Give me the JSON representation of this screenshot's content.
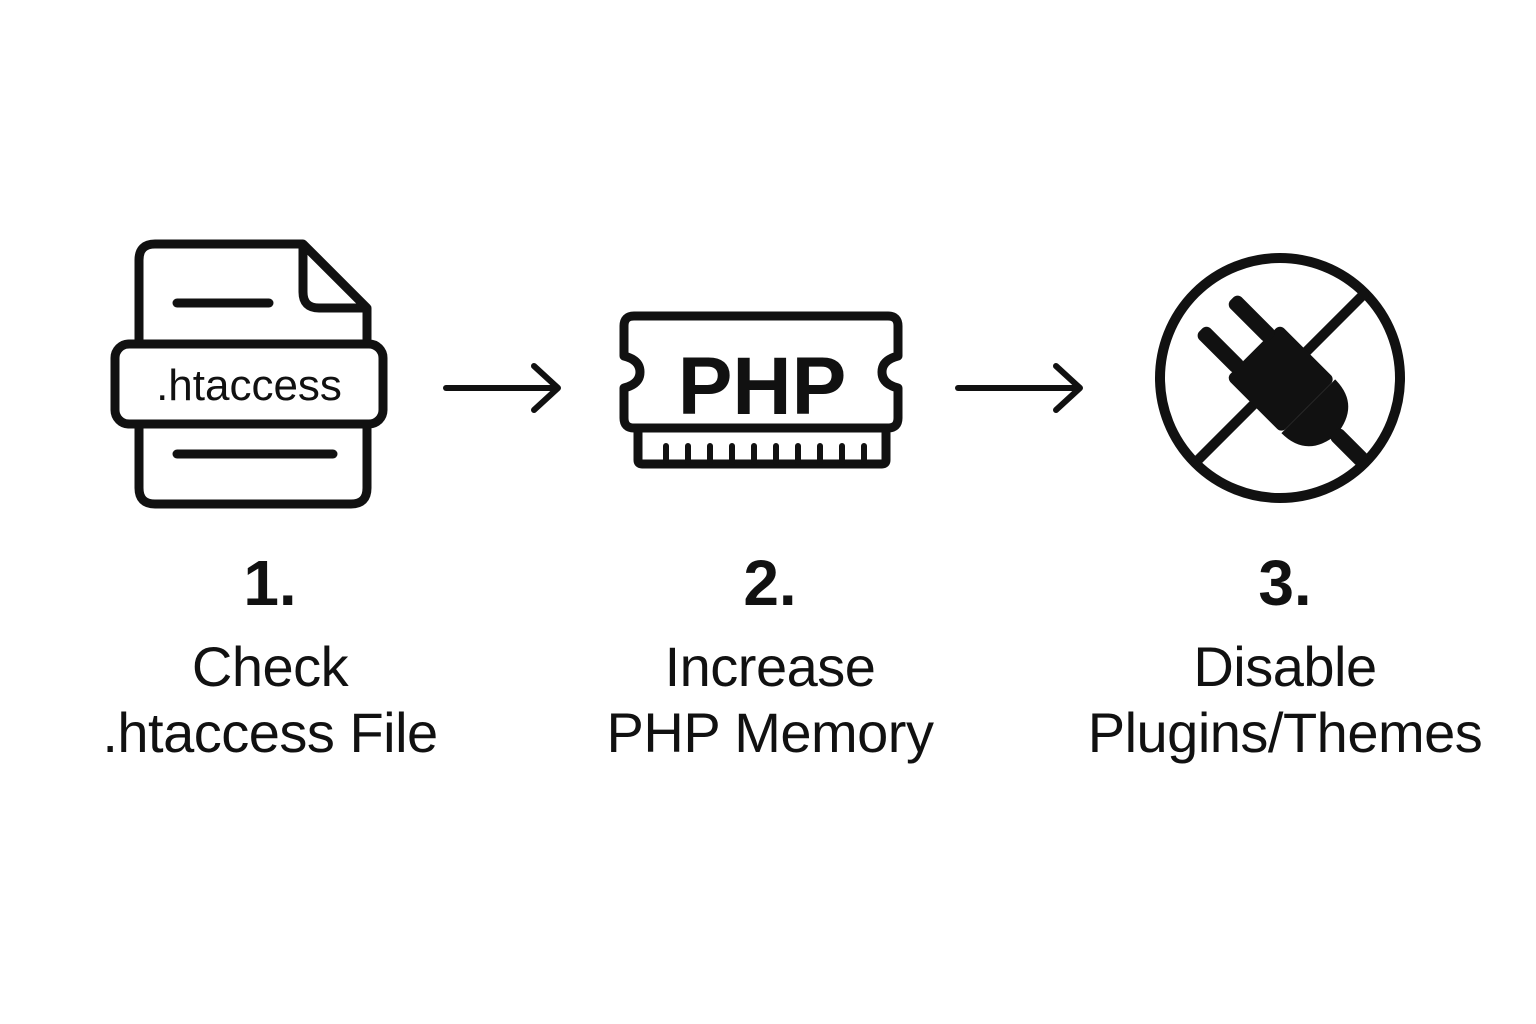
{
  "steps": [
    {
      "number": "1.",
      "lines": [
        "Check",
        ".htaccess File"
      ],
      "icon": "htaccess-file-icon",
      "icon_label": ".htaccess"
    },
    {
      "number": "2.",
      "lines": [
        "Increase",
        "PHP Memory"
      ],
      "icon": "php-memory-chip-icon",
      "icon_label": "PHP"
    },
    {
      "number": "3.",
      "lines": [
        "Disable",
        "Plugins/Themes"
      ],
      "icon": "no-plugin-icon"
    }
  ],
  "arrows": [
    "arrow-right-icon",
    "arrow-right-icon"
  ],
  "colors": {
    "ink": "#111111",
    "background": "#ffffff"
  }
}
